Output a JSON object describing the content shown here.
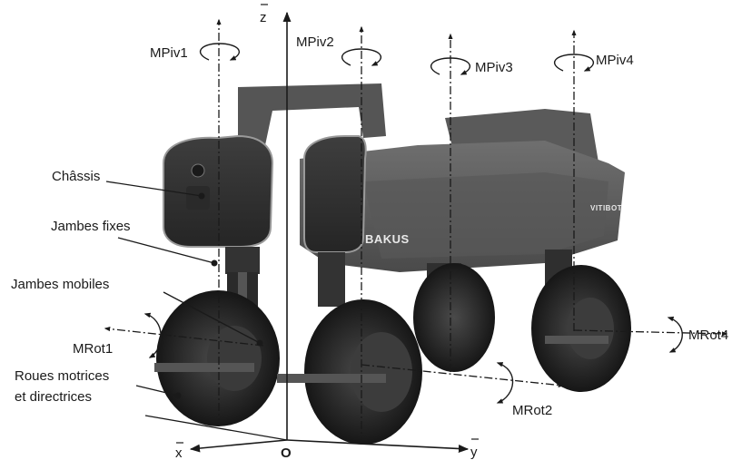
{
  "robot": {
    "brand": "BAKUS",
    "badge": "VITIBOT"
  },
  "axes": {
    "z": "z",
    "x": "x",
    "y": "y",
    "origin": "O"
  },
  "pivot_labels": {
    "p1": "MPiv1",
    "p2": "MPiv2",
    "p3": "MPiv3",
    "p4": "MPiv4"
  },
  "rotation_labels": {
    "r1": "MRot1",
    "r2": "MRot2",
    "r4": "MRot4"
  },
  "part_labels": {
    "chassis": "Châssis",
    "fixed_legs": "Jambes fixes",
    "mobile_legs": "Jambes mobiles",
    "wheels_line1": "Roues motrices",
    "wheels_line2": "et directrices"
  }
}
